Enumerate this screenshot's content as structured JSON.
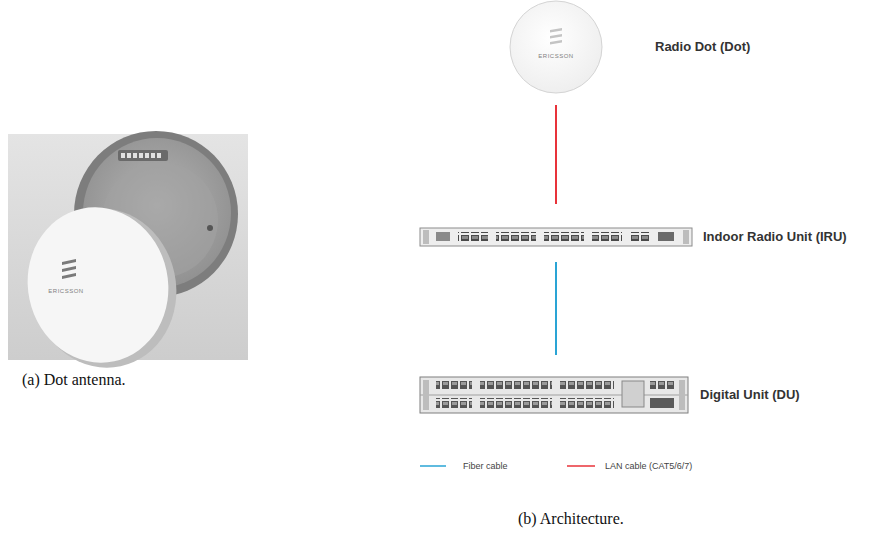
{
  "diagram": {
    "nodes": [
      {
        "text": [
          "Radio Dot (Dot)"
        ]
      },
      {
        "text": [
          "Indoor Radio Unit (IRU)"
        ]
      },
      {
        "text": [
          "Digital Unit (DU)"
        ]
      }
    ],
    "edges": [
      {
        "from": 0,
        "to": 1,
        "arrow": "none"
      },
      {
        "from": 1,
        "to": 2,
        "arrow": "none"
      }
    ],
    "labels": [
      "ERICSSON",
      "ERICSSON",
      "(a) Dot antenna.",
      "(b) Architecture."
    ],
    "legend": [
      {
        "text": "Fiber cable"
      },
      {
        "text": "LAN cable (CAT5/6/7)"
      }
    ]
  }
}
